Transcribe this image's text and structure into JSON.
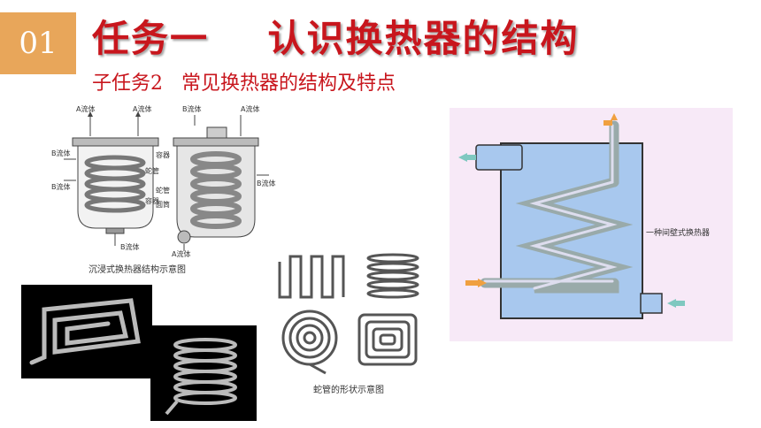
{
  "header": {
    "number": "01",
    "title": "任务一    认识换热器的结构",
    "subtitle": "子任务2   常见换热器的结构及特点"
  },
  "immersed_figure": {
    "caption": "沉浸式换热器结构示意图",
    "labels": {
      "a_fluid_left": "A流体",
      "a_fluid_right": "A流体",
      "b_fluid_left_top": "B流体",
      "b_fluid_left_side": "B流体",
      "b_fluid_bottom": "B流体",
      "b_fluid_right_top": "B流体",
      "a_fluid_right_top": "A流体",
      "b_fluid_right_side": "B流体",
      "a_fluid_right_bottom": "A流体",
      "coil_left": "蛇管",
      "container_left": "容器",
      "container_right": "容器",
      "coil_right": "蛇管",
      "cylinder": "圆筒"
    }
  },
  "coil_shapes_figure": {
    "caption": "蛇管的形状示意图"
  },
  "wall_figure": {
    "caption": "一种间壁式换热器"
  },
  "colors": {
    "accent": "#c8161d",
    "badge": "#e8a65a",
    "panel_bg": "#f7e9f7",
    "tank_water": "#a8c8ee",
    "arrow_orange": "#f0a040",
    "arrow_teal": "#7fc8c0"
  }
}
